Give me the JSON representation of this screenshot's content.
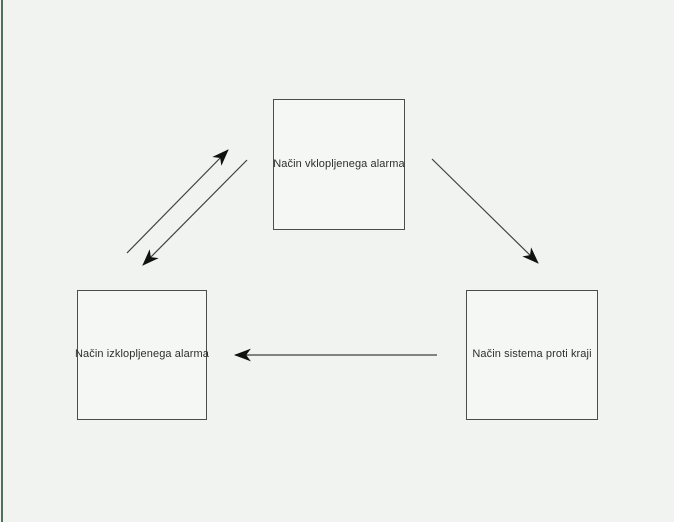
{
  "diagram": {
    "title": "alarm-state-diagram",
    "nodes": {
      "armed": {
        "label": "Način vklopljenega alarma"
      },
      "disarmed": {
        "label": "Način izklopljenega alarma"
      },
      "antitheft": {
        "label": "Način sistema proti kraji"
      }
    },
    "edges": [
      {
        "from": "disarmed",
        "to": "armed"
      },
      {
        "from": "armed",
        "to": "disarmed"
      },
      {
        "from": "armed",
        "to": "antitheft"
      },
      {
        "from": "antitheft",
        "to": "disarmed"
      }
    ]
  },
  "colors": {
    "background": "#f0f3f0",
    "node_fill": "#f5f7f5",
    "node_border": "#4c4c4c",
    "edge_line": "#3f3f3f",
    "arrowhead": "#111111",
    "accent_strip": "#4f7158",
    "text": "#2e2e2e"
  }
}
